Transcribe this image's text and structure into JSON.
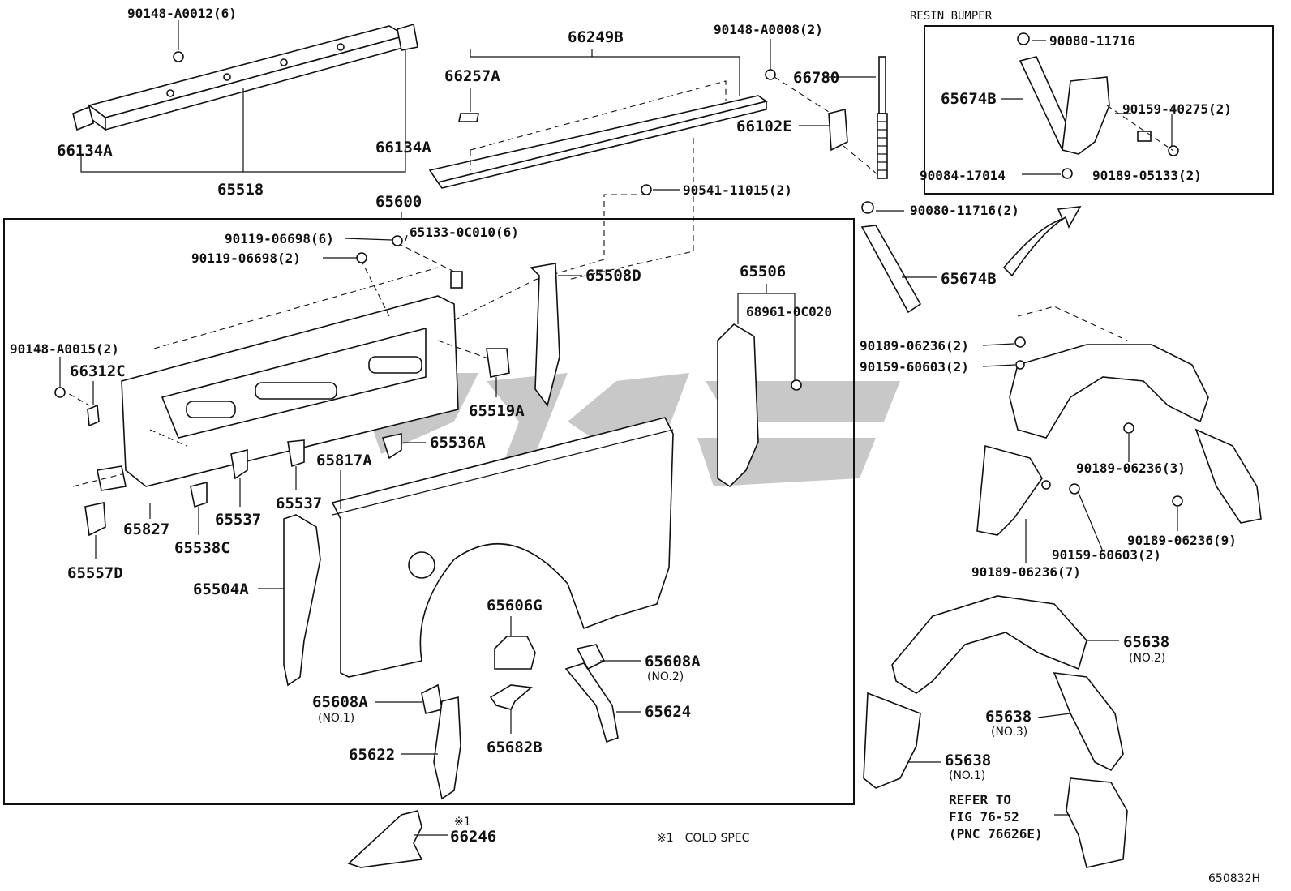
{
  "diagram": {
    "code": "650832H",
    "resin_bumper_title": "RESIN BUMPER",
    "cold_spec_mark": "※1",
    "cold_spec_note": "※1　COLD SPEC",
    "refer_note": [
      "REFER TO",
      "FIG 76-52",
      "(PNC 76626E)"
    ],
    "labels": {
      "l_90148_A0012": "90148-A0012(6)",
      "l_66134A_left": "66134A",
      "l_66134A_right": "66134A",
      "l_65518": "65518",
      "l_66249B": "66249B",
      "l_66257A": "66257A",
      "l_90148_A0008": "90148-A0008(2)",
      "l_66780": "66780",
      "l_66102E": "66102E",
      "l_90541": "90541-11015(2)",
      "l_65600": "65600",
      "l_90080_11716_box": "90080-11716",
      "l_65674B_box": "65674B",
      "l_90159_40275": "90159-40275(2)",
      "l_90084": "90084-17014",
      "l_90189_05133": "90189-05133(2)",
      "l_90080_11716_2": "90080-11716(2)",
      "l_65674B": "65674B",
      "l_90119_6": "90119-06698(6)",
      "l_65133": "65133-0C010(6)",
      "l_90119_2": "90119-06698(2)",
      "l_65508D": "65508D",
      "l_65506": "65506",
      "l_68961": "68961-0C020",
      "l_90148_A0015": "90148-A0015(2)",
      "l_66312C": "66312C",
      "l_65519A": "65519A",
      "l_65536A": "65536A",
      "l_65817A": "65817A",
      "l_65827": "65827",
      "l_65537_a": "65537",
      "l_65537_b": "65537",
      "l_65538C": "65538C",
      "l_65557D": "65557D",
      "l_65504A": "65504A",
      "l_65606G": "65606G",
      "l_65608A_2": "65608A",
      "l_65608A_2_sub": "(NO.2)",
      "l_65608A_1": "65608A",
      "l_65608A_1_sub": "(NO.1)",
      "l_65624": "65624",
      "l_65682B": "65682B",
      "l_65622": "65622",
      "l_66246": "66246",
      "l_90189_06236_2": "90189-06236(2)",
      "l_90159_60603_2a": "90159-60603(2)",
      "l_90189_06236_3": "90189-06236(3)",
      "l_90159_60603_2b": "90159-60603(2)",
      "l_90189_06236_9": "90189-06236(9)",
      "l_90189_06236_7": "90189-06236(7)",
      "l_65638_2": "65638",
      "l_65638_2_sub": "(NO.2)",
      "l_65638_3": "65638",
      "l_65638_3_sub": "(NO.3)",
      "l_65638_1": "65638",
      "l_65638_1_sub": "(NO.1)"
    }
  }
}
